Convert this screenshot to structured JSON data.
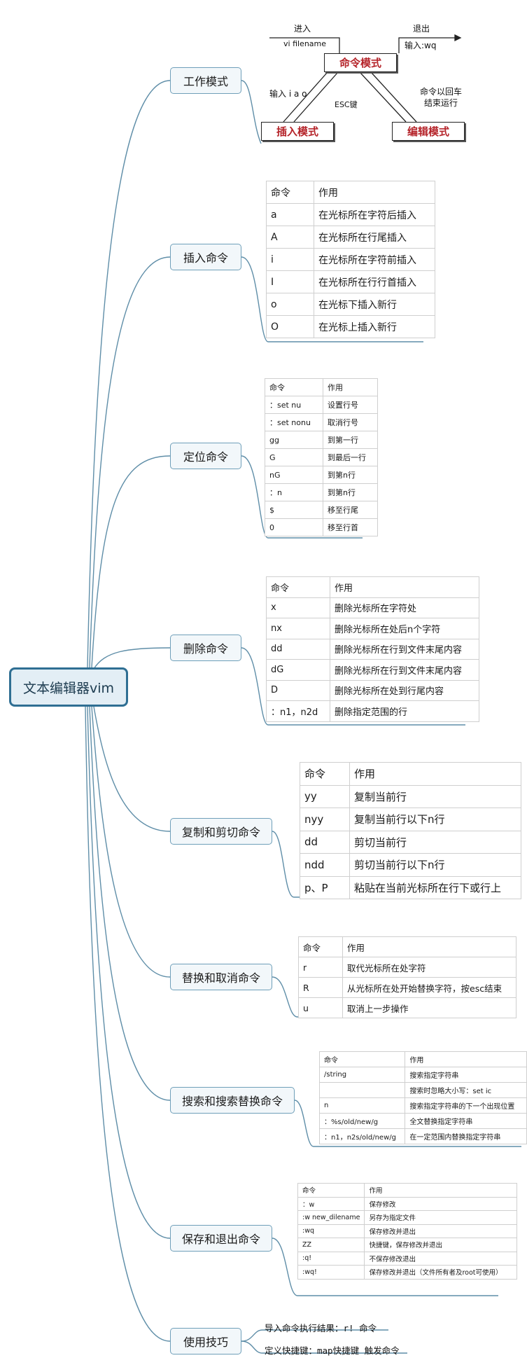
{
  "root": {
    "label": "文本编辑器vim"
  },
  "branches": {
    "work_mode": "工作模式",
    "insert": "插入命令",
    "locate": "定位命令",
    "delete": "删除命令",
    "copy": "复制和剪切命令",
    "replace": "替换和取消命令",
    "search": "搜索和搜索替换命令",
    "save": "保存和退出命令",
    "tips": "使用技巧"
  },
  "work_mode": {
    "command_mode": "命令模式",
    "insert_mode": "插入模式",
    "edit_mode": "编辑模式",
    "enter": "进入",
    "enter_cmd": "vi filename",
    "exit": "退出",
    "exit_cmd": "输入:wq",
    "input_keys": "输入 i a o",
    "esc": "ESC键",
    "cmd_enter_1": "命令以回车",
    "cmd_enter_2": "结束运行"
  },
  "tables": {
    "insert": {
      "header": [
        "命令",
        "作用"
      ],
      "rows": [
        [
          "a",
          "在光标所在字符后插入"
        ],
        [
          "A",
          "在光标所在行尾插入"
        ],
        [
          "i",
          "在光标所在字符前插入"
        ],
        [
          "I",
          "在光标所在行行首插入"
        ],
        [
          "o",
          "在光标下插入新行"
        ],
        [
          "O",
          "在光标上插入新行"
        ]
      ]
    },
    "locate": {
      "header": [
        "命令",
        "作用"
      ],
      "rows": [
        [
          "：set nu",
          "设置行号"
        ],
        [
          "：set nonu",
          "取消行号"
        ],
        [
          "gg",
          "到第一行"
        ],
        [
          "G",
          "到最后一行"
        ],
        [
          "nG",
          "到第n行"
        ],
        [
          "：n",
          "到第n行"
        ],
        [
          "$",
          "移至行尾"
        ],
        [
          "0",
          "移至行首"
        ]
      ]
    },
    "delete": {
      "header": [
        "命令",
        "作用"
      ],
      "rows": [
        [
          "x",
          "删除光标所在字符处"
        ],
        [
          "nx",
          "删除光标所在处后n个字符"
        ],
        [
          "dd",
          "删除光标所在行到文件末尾内容"
        ],
        [
          "dG",
          "删除光标所在行到文件末尾内容"
        ],
        [
          "D",
          "删除光标所在处到行尾内容"
        ],
        [
          "：n1，n2d",
          "删除指定范围的行"
        ]
      ]
    },
    "copy": {
      "header": [
        "命令",
        "作用"
      ],
      "rows": [
        [
          "yy",
          "复制当前行"
        ],
        [
          "nyy",
          "复制当前行以下n行"
        ],
        [
          "dd",
          "剪切当前行"
        ],
        [
          "ndd",
          "剪切当前行以下n行"
        ],
        [
          "p、P",
          "粘贴在当前光标所在行下或行上"
        ]
      ]
    },
    "replace": {
      "header": [
        "命令",
        "作用"
      ],
      "rows": [
        [
          "r",
          "取代光标所在处字符"
        ],
        [
          "R",
          "从光标所在处开始替换字符，按esc结束"
        ],
        [
          "u",
          "取消上一步操作"
        ]
      ]
    },
    "search": {
      "header": [
        "命令",
        "作用"
      ],
      "rows": [
        [
          "/string",
          "搜索指定字符串"
        ],
        [
          "",
          "搜索时忽略大小写：set ic"
        ],
        [
          "n",
          "搜索指定字符串的下一个出现位置"
        ],
        [
          "：%s/old/new/g",
          "全文替换指定字符串"
        ],
        [
          "：n1，n2s/old/new/g",
          "在一定范围内替换指定字符串"
        ]
      ]
    },
    "save": {
      "header": [
        "命令",
        "作用"
      ],
      "rows": [
        [
          "：w",
          "保存修改"
        ],
        [
          ":w new_dilename",
          "另存为指定文件"
        ],
        [
          ":wq",
          "保存修改并退出"
        ],
        [
          "ZZ",
          "快捷键，保存修改并退出"
        ],
        [
          ":q!",
          "不保存修改退出"
        ],
        [
          ":wq!",
          "保存修改并退出（文件所有者及root可使用）"
        ]
      ]
    }
  },
  "tips": [
    "导入命令执行结果：r! 命令",
    "定义快捷键：map快捷键 触发命令"
  ]
}
